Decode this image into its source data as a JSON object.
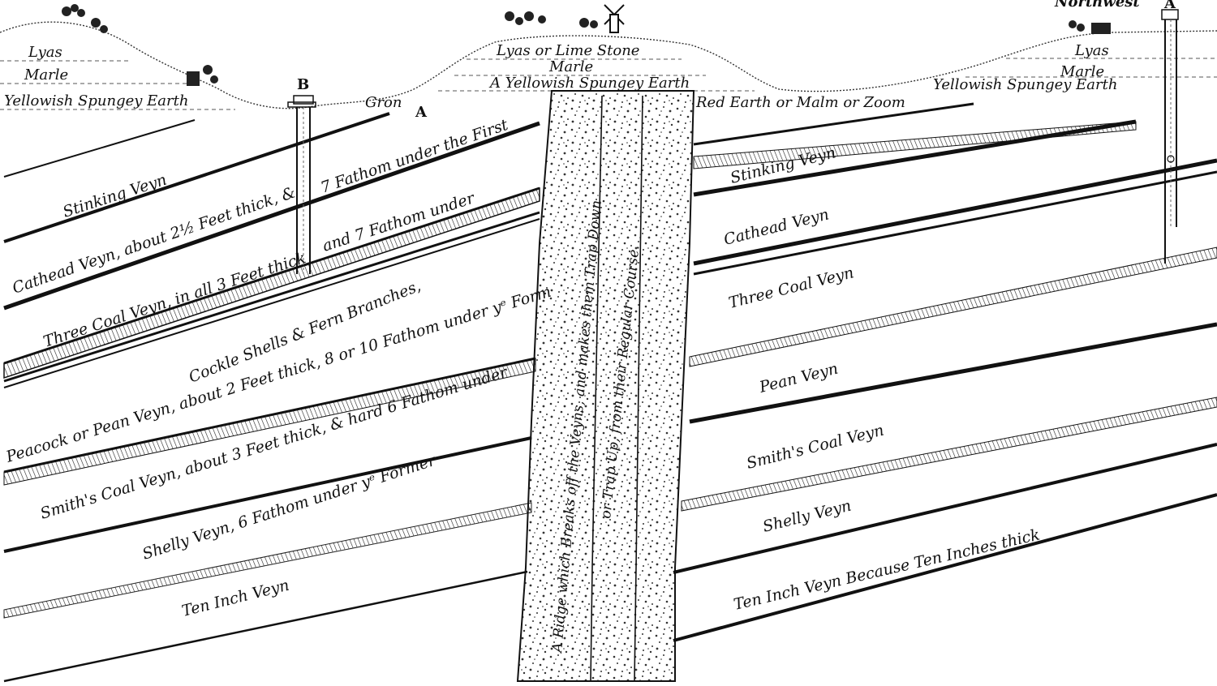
{
  "figure": {
    "compass": "Northwest",
    "markers": {
      "shaft_a": "A",
      "shaft_b": "B",
      "point_a": "A"
    },
    "ground": {
      "groove": "Gron"
    },
    "left_surface": {
      "lyas": "Lyas",
      "marle": "Marle",
      "earth": "Yellowish Spungey Earth"
    },
    "hill_surface": {
      "lyas": "Lyas or Lime Stone",
      "marle": "Marle",
      "earth": "A Yellowish Spungey Earth",
      "red_earth": "Red Earth or Malm or Zoom"
    },
    "right_surface": {
      "lyas": "Lyas",
      "marle": "Marle",
      "earth": "Yellowish Spungey Earth"
    },
    "ridge": {
      "line1": "A Ridge which Breaks off the Veyns, and makes them Trap Down",
      "line2": "or Trap Up, from their Regular Course."
    },
    "left_seams": {
      "stinking": "Stinking Veyn",
      "cathead": "Cathead Veyn, about 2½ Feet thick, &",
      "fathom_first": "7 Fathom under the First",
      "three_coal": "Three Coal Veyn, in all 3 Feet thick",
      "fathom_under": "and 7 Fathom under",
      "cockle": "Cockle Shells & Fern Branches,",
      "peacock": "Peacock or Pean Veyn, about 2 Feet thick, 8 or 10 Fathom under yᵉ Form",
      "smiths": "Smith's Coal Veyn, about 3 Feet thick, & hard 6 Fathom under",
      "shelly": "Shelly Veyn, 6 Fathom under yᵉ Former",
      "ten_inch": "Ten Inch Veyn"
    },
    "right_seams": {
      "stinking": "Stinking Veyn",
      "cathead": "Cathead Veyn",
      "three_coal": "Three Coal Veyn",
      "pean": "Pean Veyn",
      "smiths": "Smith's Coal Veyn",
      "shelly": "Shelly Veyn",
      "ten_inch": "Ten Inch Veyn Because Ten Inches thick"
    }
  }
}
